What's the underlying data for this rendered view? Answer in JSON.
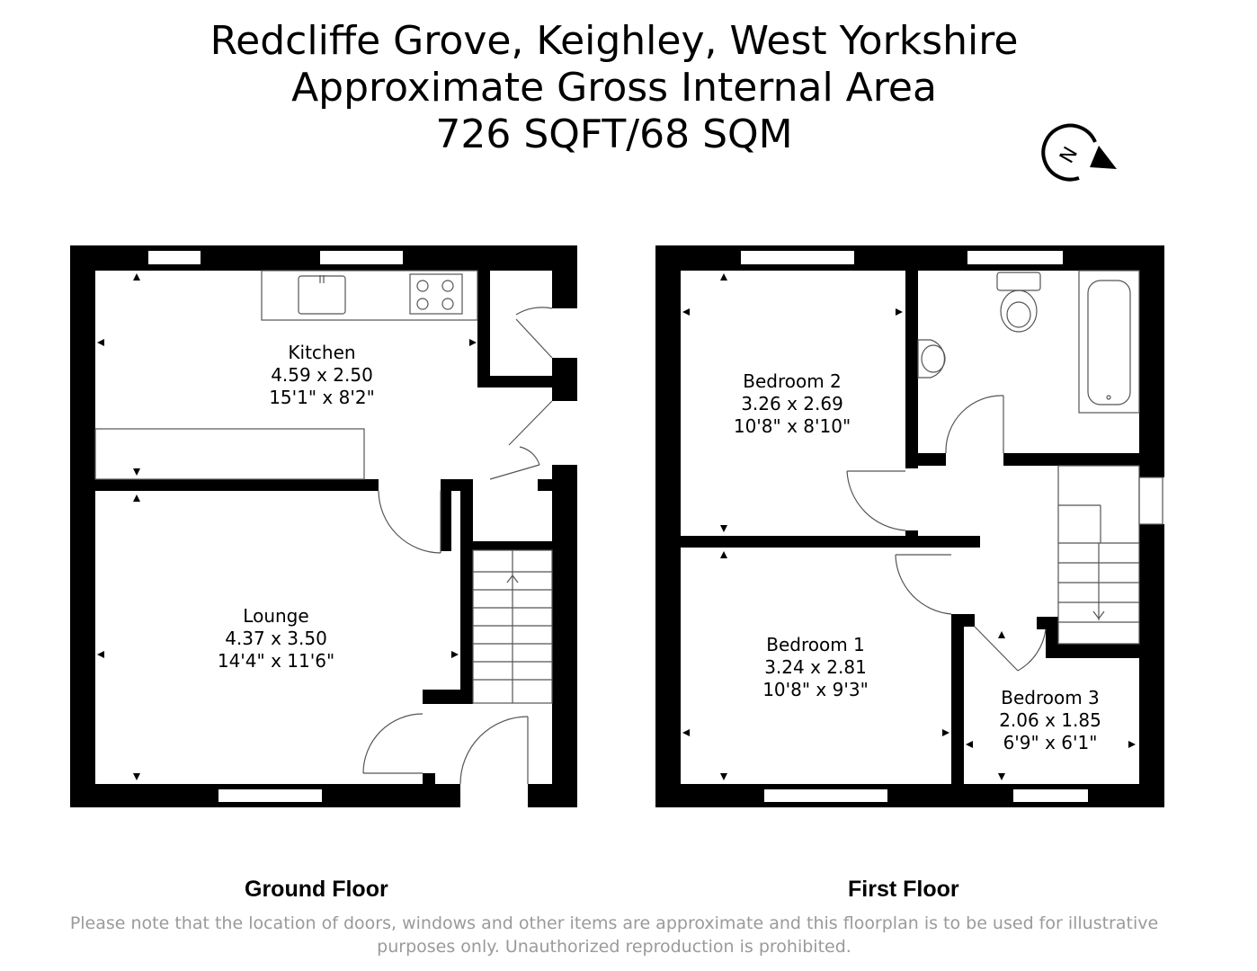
{
  "header": {
    "line1": "Redcliffe Grove, Keighley, West Yorkshire",
    "line2": "Approximate Gross Internal Area",
    "line3": "726 SQFT/68 SQM"
  },
  "compass": {
    "letter": "N",
    "icon": "north-arrow-icon"
  },
  "ground_floor": {
    "label": "Ground Floor",
    "rooms": [
      {
        "name": "Kitchen",
        "metric": "4.59 x 2.50",
        "imperial": "15'1\" x 8'2\""
      },
      {
        "name": "Lounge",
        "metric": "4.37 x 3.50",
        "imperial": "14'4\" x 11'6\""
      }
    ]
  },
  "first_floor": {
    "label": "First Floor",
    "rooms": [
      {
        "name": "Bedroom 2",
        "metric": "3.26 x 2.69",
        "imperial": "10'8\" x 8'10\""
      },
      {
        "name": "Bedroom 1",
        "metric": "3.24 x 2.81",
        "imperial": "10'8\" x 9'3\""
      },
      {
        "name": "Bedroom 3",
        "metric": "2.06 x 1.85",
        "imperial": "6'9\" x 6'1\""
      }
    ]
  },
  "disclaimer": {
    "line1": "Please note that the location of doors, windows and other items are approximate and this floorplan is to be used for illustrative",
    "line2": "purposes only. Unauthorized reproduction is prohibited."
  },
  "colors": {
    "wall": "#000000",
    "disclaimer": "#9a9a9a",
    "fixture": "#555555"
  }
}
